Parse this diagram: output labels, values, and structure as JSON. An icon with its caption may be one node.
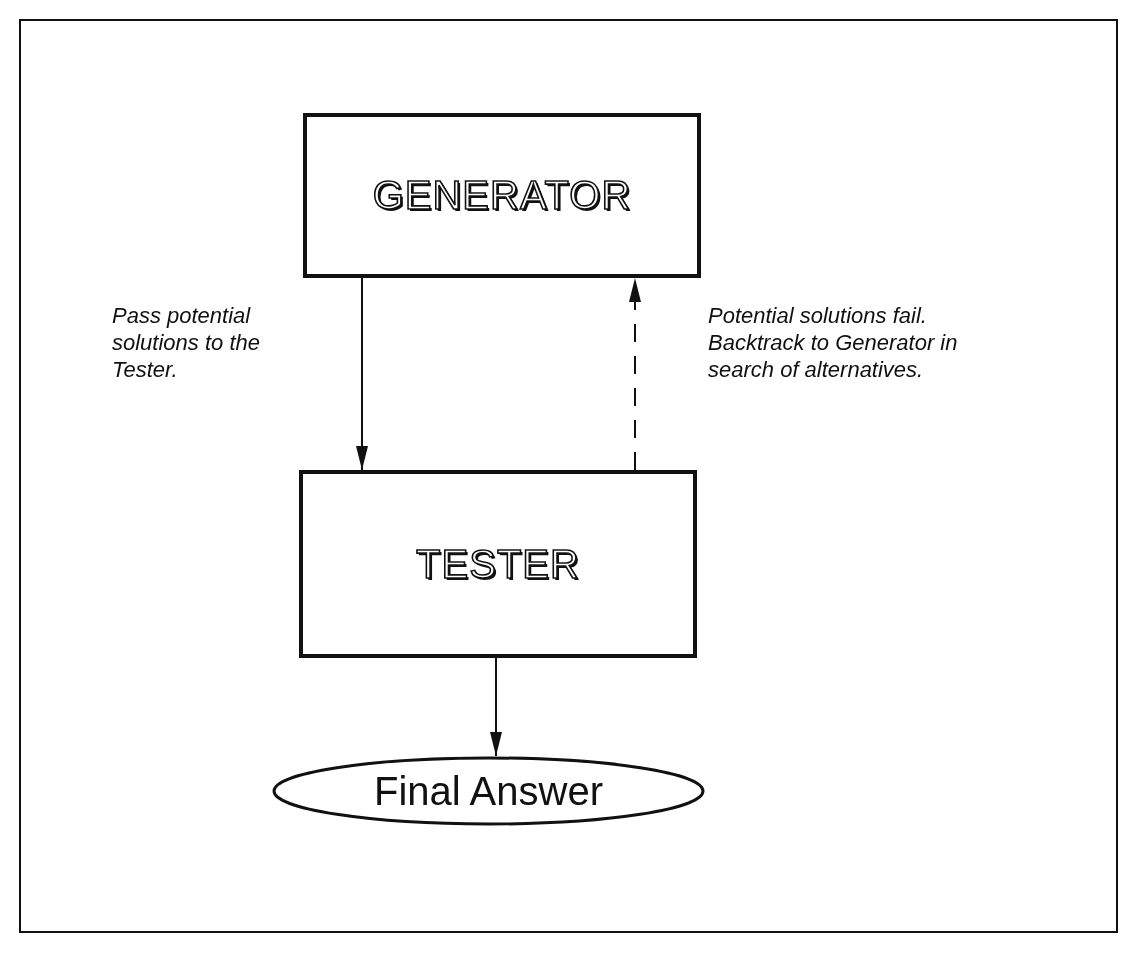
{
  "diagram": {
    "nodes": [
      {
        "text": [
          "GENERATOR"
        ]
      },
      {
        "text": [
          "TESTER"
        ]
      },
      {
        "text": [
          "Final Answer"
        ]
      }
    ],
    "edges": [
      {
        "from": 0,
        "to": 1,
        "arrow": "to",
        "label": "Pass potential solutions to the Tester."
      },
      {
        "from": 1,
        "to": 0,
        "arrow": "to",
        "style": "dashed",
        "label": "Potential solutions fail. Backtrack to Generator in search of alternatives."
      },
      {
        "from": 1,
        "to": 2,
        "arrow": "to"
      }
    ]
  }
}
